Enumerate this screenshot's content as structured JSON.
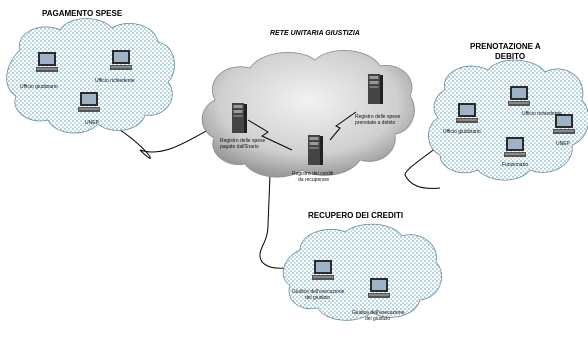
{
  "sections": {
    "pagamento": {
      "title": "PAGAMENTO SPESE",
      "ufficio_giudiziario": "Ufficio giudiziario",
      "ufficio_richiedente": "Ufficio richiedente",
      "unep": "UNEP"
    },
    "rete": {
      "title": "RETE UNITARIA GIUSTIZIA",
      "registro_spese_l1": "Registro delle spese",
      "registro_spese_l2": "pagate dall'Erario",
      "registro_debito_l1": "Registro delle spese",
      "registro_debito_l2": "prenotate a debito",
      "registro_crediti_l1": "Registro dei crediti",
      "registro_crediti_l2": "da recuperare"
    },
    "prenotazione": {
      "title_l1": "PRENOTAZIONE A",
      "title_l2": "DEBITO",
      "ufficio_giudiziario": "Ufficio giudiziario",
      "ufficio_richiedente": "Ufficio richiedente",
      "unep": "UNEP",
      "funzionario": "Funzionario"
    },
    "recupero": {
      "title": "RECUPERO DEI CREDITI",
      "giudice_l1": "Giudice dell'esecuzione",
      "giudice_l2": "del giudizio",
      "giudice_b_l1": "Giudice dell'esecuzione",
      "giudice_b_l2": "del giudizio"
    }
  },
  "colors": {
    "cloud_pattern": "#7fb6cc",
    "central_cloud": "#d9d9d9",
    "line": "#000000"
  }
}
